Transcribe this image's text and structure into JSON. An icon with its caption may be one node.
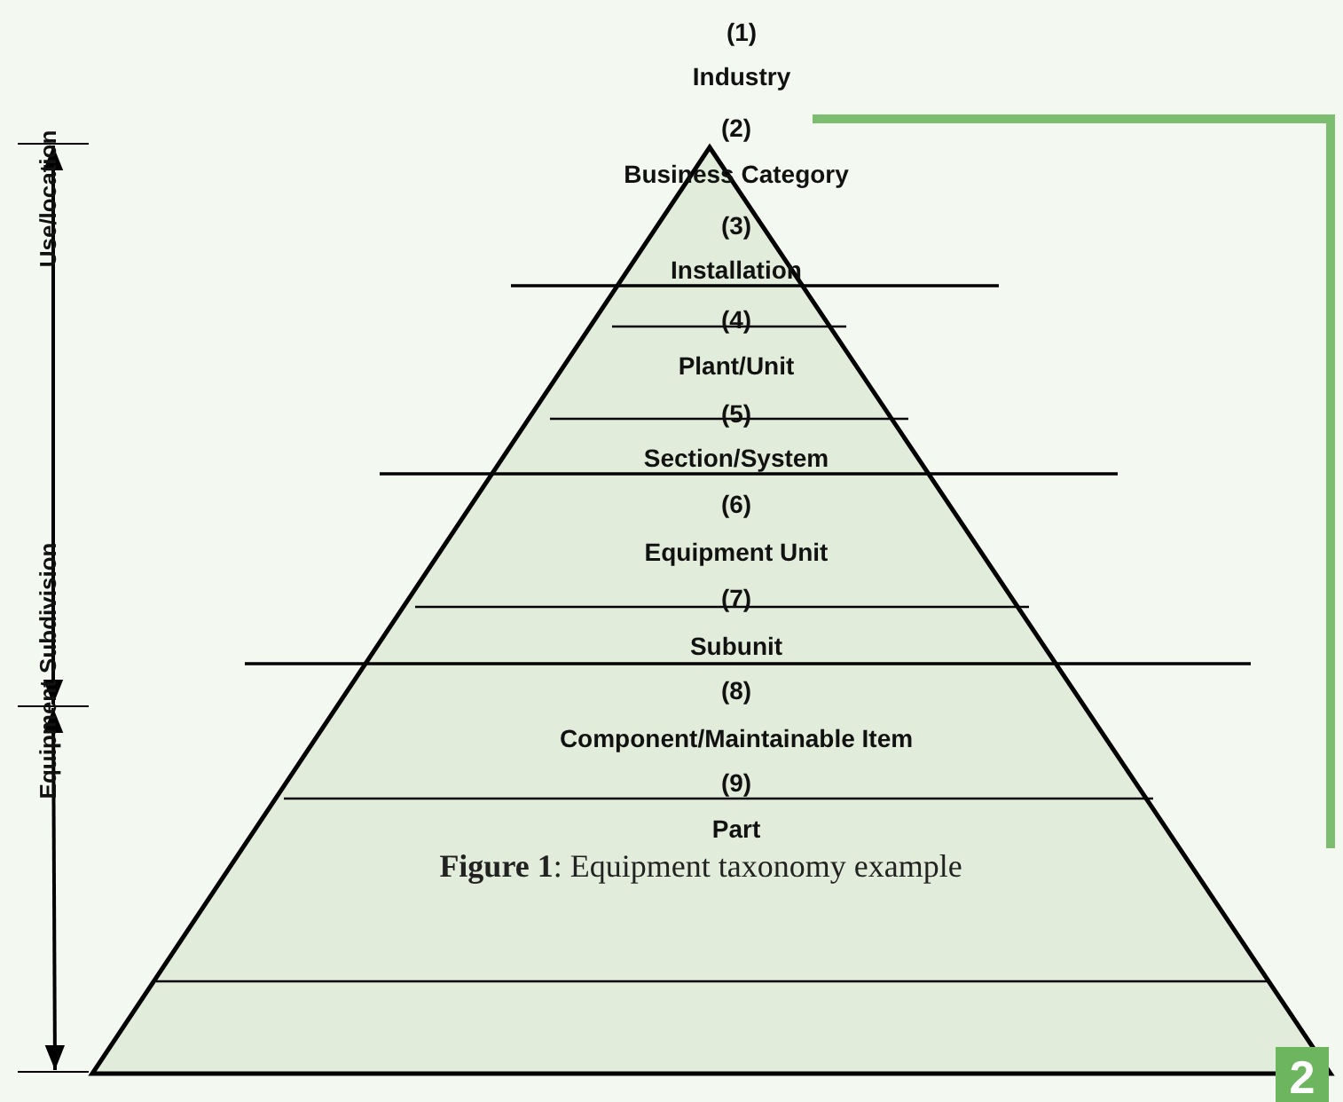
{
  "diagram": {
    "caption": "**Figure 1**: Equipment taxonomy example",
    "labels": [
      "(1)",
      "Industry",
      "(2)",
      "Business Category",
      "(3)",
      "Installation",
      "(4)",
      "Plant/Unit",
      "(5)",
      "Section/System",
      "(6)",
      "Equipment Unit",
      "(7)",
      "Subunit",
      "(8)",
      "Component/Maintainable Item",
      "(9)",
      "Part",
      "Use/location",
      "Equipment Subdivision",
      "2"
    ]
  }
}
